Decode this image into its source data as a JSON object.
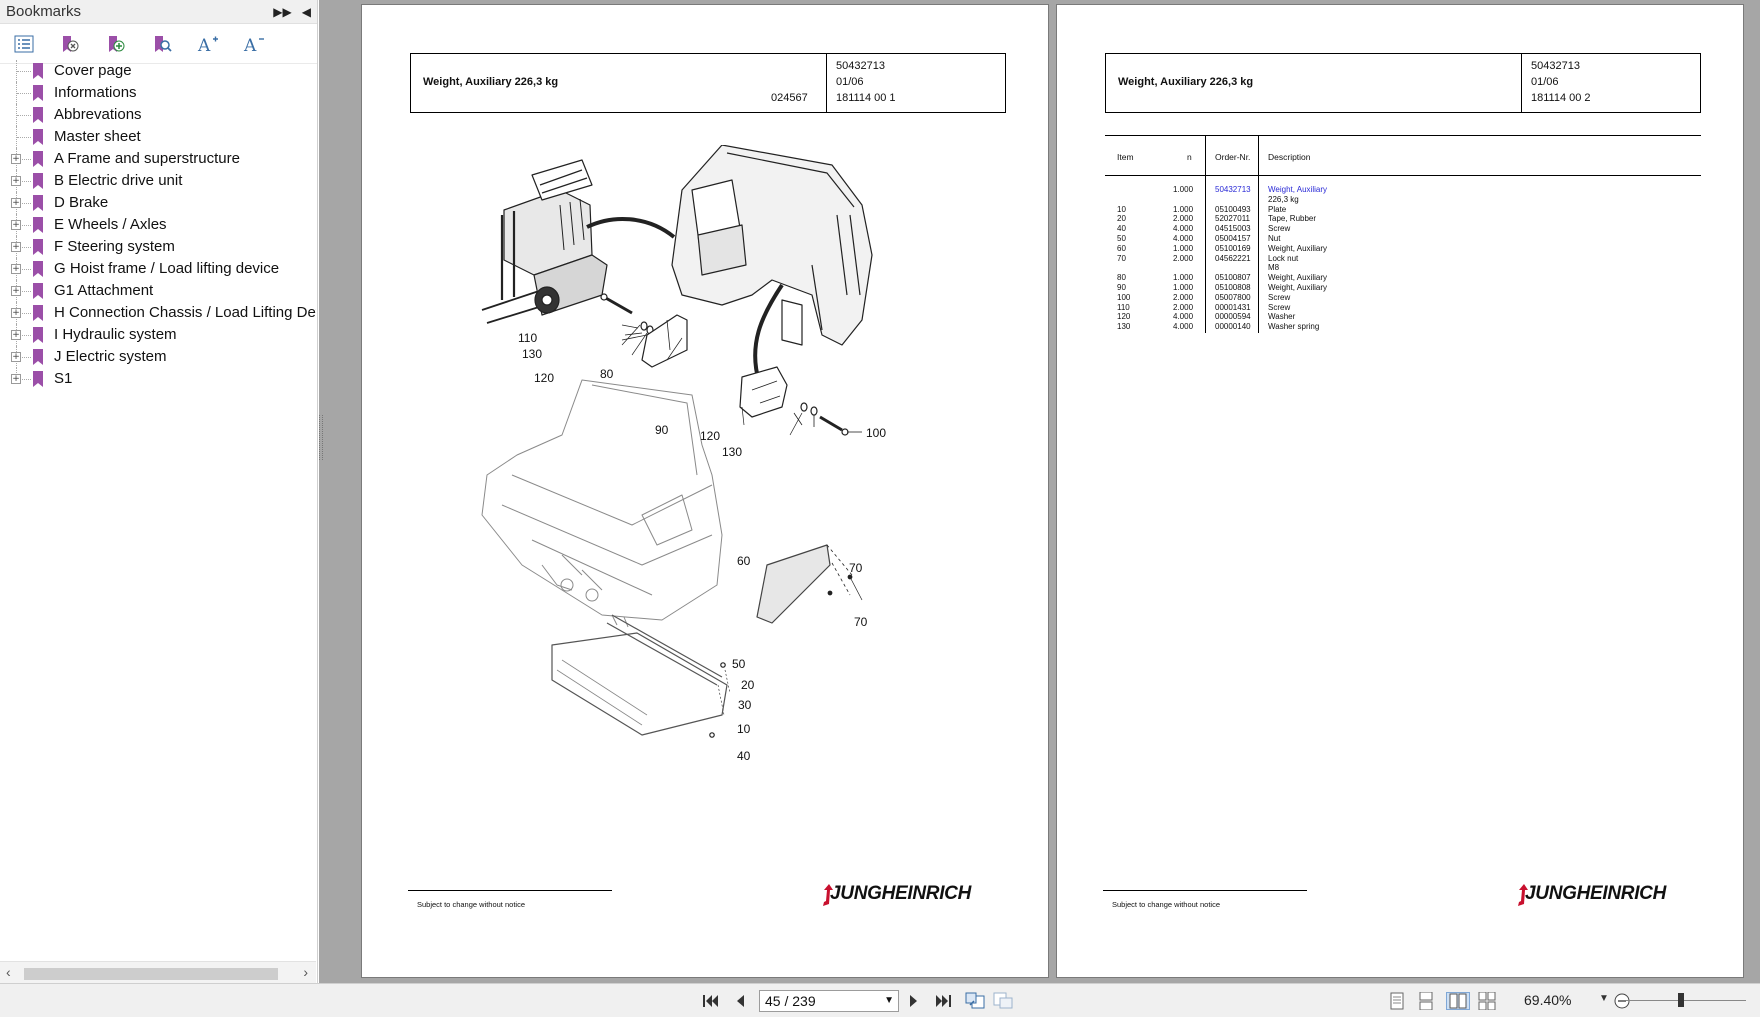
{
  "sidebar": {
    "title": "Bookmarks",
    "items": [
      {
        "label": "Cover page",
        "expandable": false
      },
      {
        "label": "Informations",
        "expandable": false
      },
      {
        "label": "Abbrevations",
        "expandable": false
      },
      {
        "label": "Master sheet",
        "expandable": false
      },
      {
        "label": "A Frame and superstructure",
        "expandable": true
      },
      {
        "label": "B Electric drive unit",
        "expandable": true
      },
      {
        "label": "D Brake",
        "expandable": true
      },
      {
        "label": "E Wheels / Axles",
        "expandable": true
      },
      {
        "label": "F Steering system",
        "expandable": true
      },
      {
        "label": "G Hoist frame / Load lifting device",
        "expandable": true
      },
      {
        "label": "G1 Attachment",
        "expandable": true
      },
      {
        "label": "H Connection Chassis / Load Lifting Devi",
        "expandable": true
      },
      {
        "label": "I Hydraulic system",
        "expandable": true
      },
      {
        "label": "J Electric system",
        "expandable": true
      },
      {
        "label": "S1",
        "expandable": true
      }
    ]
  },
  "page1": {
    "title": "Weight, Auxiliary 226,3 kg",
    "drawing_no": "024567",
    "part_no": "50432713",
    "date": "01/06",
    "sheet": "181114 00 1",
    "footer": "Subject to change without notice",
    "logo": "JUNGHEINRICH",
    "callouts": [
      "110",
      "130",
      "120",
      "80",
      "90",
      "120",
      "130",
      "100",
      "60",
      "70",
      "70",
      "50",
      "20",
      "30",
      "10",
      "40"
    ]
  },
  "page2": {
    "title": "Weight, Auxiliary 226,3 kg",
    "part_no": "50432713",
    "date": "01/06",
    "sheet": "181114 00 2",
    "footer": "Subject to change without notice",
    "logo": "JUNGHEINRICH",
    "headers": {
      "item": "Item",
      "n": "n",
      "order": "Order-Nr.",
      "desc": "Description"
    },
    "rows": [
      {
        "item": "",
        "n": "1.000",
        "order": "50432713",
        "desc": "Weight, Auxiliary",
        "link": true
      },
      {
        "item": "",
        "n": "",
        "order": "",
        "desc": "226,3 kg",
        "link": false
      },
      {
        "item": "10",
        "n": "1.000",
        "order": "05100493",
        "desc": "Plate",
        "link": false
      },
      {
        "item": "20",
        "n": "2.000",
        "order": "52027011",
        "desc": "Tape, Rubber",
        "link": false
      },
      {
        "item": "40",
        "n": "4.000",
        "order": "04515003",
        "desc": "Screw",
        "link": false
      },
      {
        "item": "50",
        "n": "4.000",
        "order": "05004157",
        "desc": "Nut",
        "link": false
      },
      {
        "item": "60",
        "n": "1.000",
        "order": "05100169",
        "desc": "Weight, Auxiliary",
        "link": false
      },
      {
        "item": "70",
        "n": "2.000",
        "order": "04562221",
        "desc": "Lock nut",
        "link": false
      },
      {
        "item": "",
        "n": "",
        "order": "",
        "desc": "M8",
        "link": false
      },
      {
        "item": "80",
        "n": "1.000",
        "order": "05100807",
        "desc": "Weight, Auxiliary",
        "link": false
      },
      {
        "item": "90",
        "n": "1.000",
        "order": "05100808",
        "desc": "Weight, Auxiliary",
        "link": false
      },
      {
        "item": "100",
        "n": "2.000",
        "order": "05007800",
        "desc": "Screw",
        "link": false
      },
      {
        "item": "110",
        "n": "2.000",
        "order": "00001431",
        "desc": "Screw",
        "link": false
      },
      {
        "item": "120",
        "n": "4.000",
        "order": "00000594",
        "desc": "Washer",
        "link": false
      },
      {
        "item": "130",
        "n": "4.000",
        "order": "00000140",
        "desc": "Washer spring",
        "link": false
      }
    ]
  },
  "statusbar": {
    "page_indicator": "45 / 239",
    "zoom": "69.40%"
  },
  "colors": {
    "link": "#2a2ad6",
    "bookmark": "#9b4fa8",
    "docbg": "#a6a6a6"
  }
}
